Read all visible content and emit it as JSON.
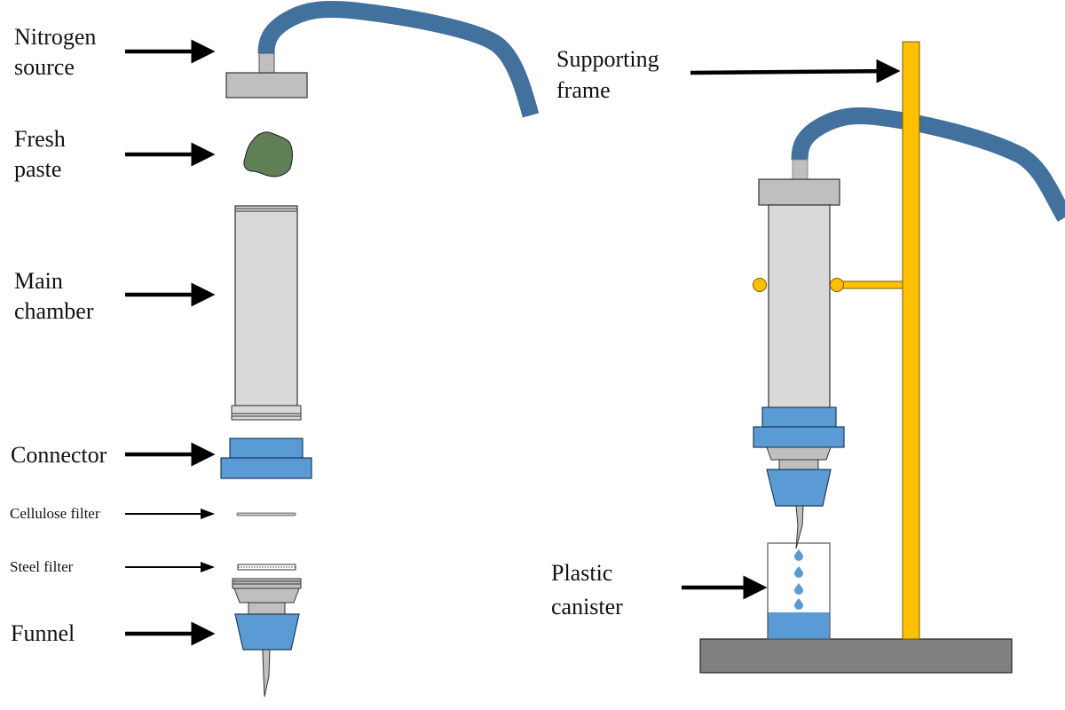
{
  "left_panel": {
    "labels": {
      "nitrogen_source": [
        "Nitrogen",
        "source"
      ],
      "fresh_paste": [
        "Fresh",
        "paste"
      ],
      "main_chamber": [
        "Main",
        "chamber"
      ],
      "connector": "Connector",
      "cellulose_filter": "Cellulose filter",
      "steel_filter": "Steel filter",
      "funnel": "Funnel"
    }
  },
  "right_panel": {
    "labels": {
      "supporting_frame": [
        "Supporting",
        "frame"
      ],
      "plastic_canister": [
        "Plastic",
        "canister"
      ]
    }
  },
  "colors": {
    "hose": "#41719c",
    "grey_part": "#bfbfbf",
    "chamber": "#d9d9d9",
    "blue_part": "#5b9bd5",
    "paste": "#5f7f56",
    "frame": "#ffc000",
    "base": "#808080",
    "outline": "#333333"
  }
}
